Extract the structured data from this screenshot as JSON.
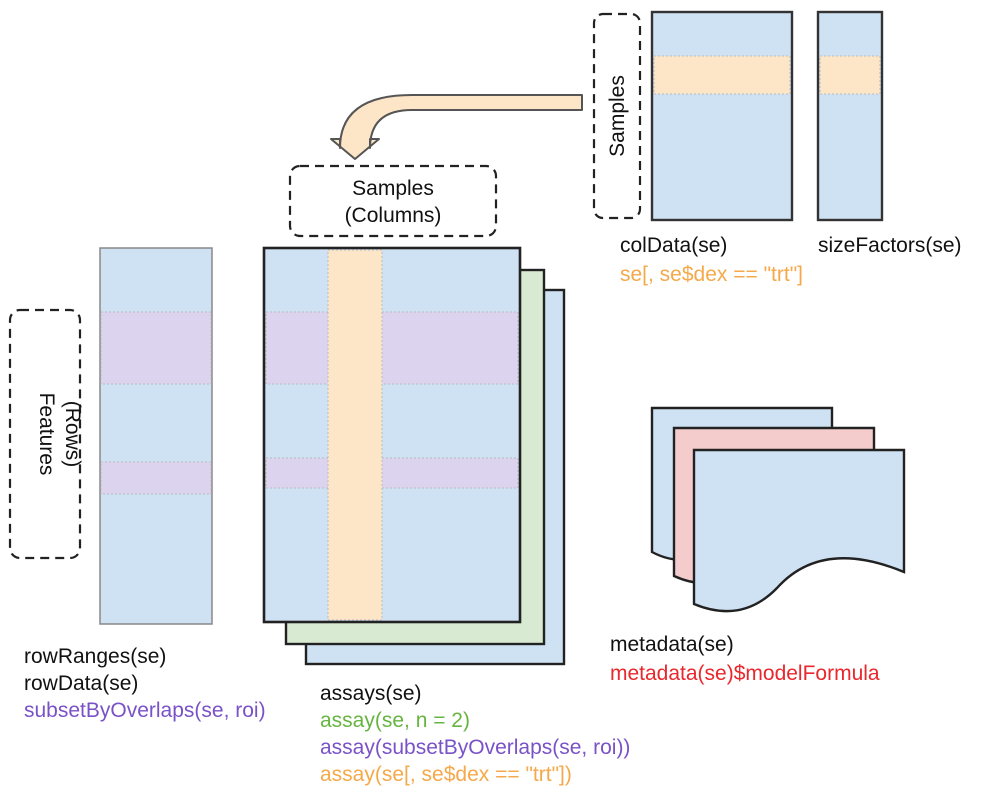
{
  "colors": {
    "blue": "#cfe2f3",
    "orange": "#fde6c8",
    "purple": "#dcd3ee",
    "green": "#d9ead3",
    "pink": "#f4cccc",
    "text_orange": "#f5a94a",
    "text_green": "#67b540",
    "text_purple": "#7a52c7",
    "text_red": "#e8282c"
  },
  "labels": {
    "samples_top": "Samples",
    "samples_columns_line1": "Samples",
    "samples_columns_line2": "(Columns)",
    "features_line1": "Features",
    "features_line2": "(Rows)"
  },
  "coldata": {
    "line1": "colData(se)",
    "line2": "se[, se$dex == \"trt\"]"
  },
  "sizefactors": {
    "line1": "sizeFactors(se)"
  },
  "rowdata": {
    "line1": "rowRanges(se)",
    "line2": "rowData(se)",
    "line3": "subsetByOverlaps(se, roi)"
  },
  "assays": {
    "line1": "assays(se)",
    "line2": "assay(se, n = 2)",
    "line3": "assay(subsetByOverlaps(se, roi))",
    "line4": "assay(se[, se$dex == \"trt\"])"
  },
  "metadata": {
    "line1": "metadata(se)",
    "line2": "metadata(se)$modelFormula"
  }
}
